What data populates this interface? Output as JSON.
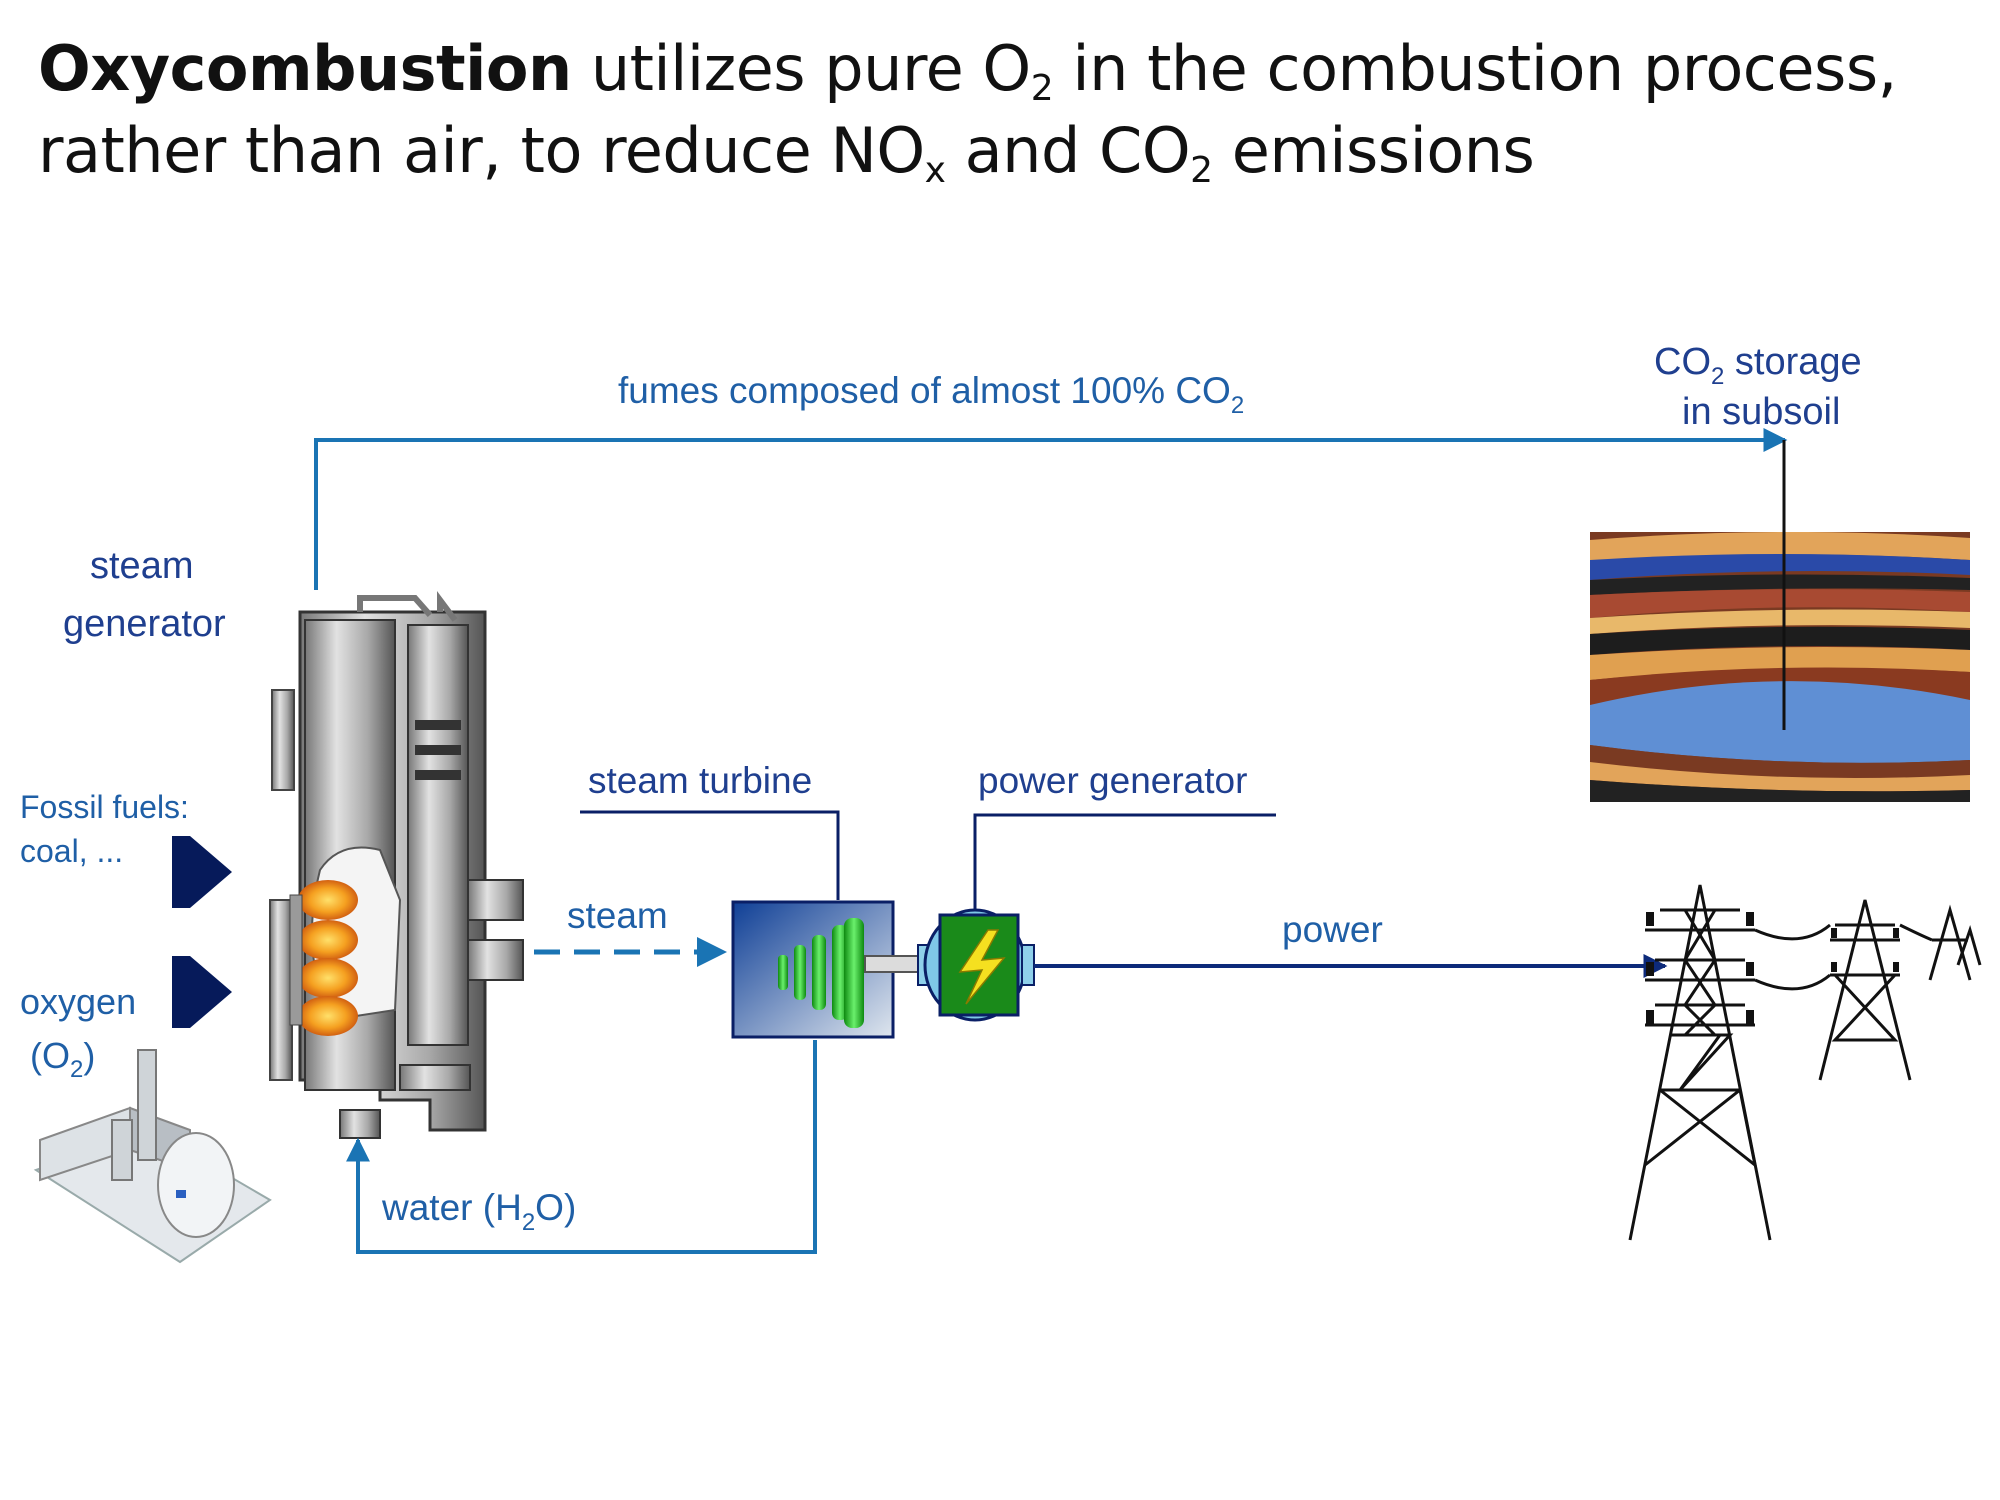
{
  "title": {
    "bold": "Oxycombustion",
    "part1": " utilizes pure O",
    "sub1": "2",
    "part2": " in the combustion process,",
    "part3": "rather than air, to reduce NO",
    "sub2": "x",
    "part4": " and CO",
    "sub3": "2",
    "part5": " emissions"
  },
  "labels": {
    "fumes": "fumes composed of almost 100% CO",
    "fumes_sub": "2",
    "storage_line1": "CO",
    "storage_sub": "2",
    "storage_line1_rest": " storage",
    "storage_line2": "in subsoil",
    "steam_gen_1": "steam",
    "steam_gen_2": "generator",
    "fossil_1": "Fossil fuels:",
    "fossil_2": "coal, ...",
    "oxygen_1": "oxygen",
    "oxygen_2a": "(O",
    "oxygen_sub": "2",
    "oxygen_2b": ")",
    "steam": "steam",
    "steam_turbine": "steam turbine",
    "power_generator": "power generator",
    "power": "power",
    "water_a": "water (H",
    "water_sub": "2",
    "water_b": "O)"
  },
  "colors": {
    "flow_blue": "#1a74b4",
    "label_blue": "#1f5fa6",
    "navy": "#0a1f66",
    "power_line": "#0d2a7a",
    "generator_green": "#1a8a1a",
    "bolt_yellow": "#f5e020",
    "turbine_green": "#19c21d"
  },
  "icons": [
    "steam-generator-icon",
    "oxygen-plant-icon",
    "fuel-arrow-icon",
    "oxygen-arrow-icon",
    "turbine-icon",
    "generator-icon",
    "lightning-icon",
    "geology-icon",
    "pylon-icon"
  ]
}
